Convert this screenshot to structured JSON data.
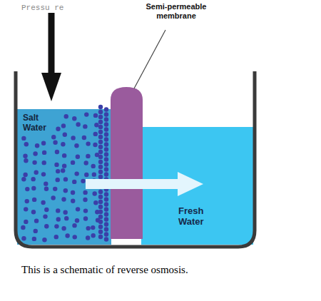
{
  "diagram": {
    "caption": "This is a schematic of reverse osmosis.",
    "nodes": [
      {
        "text": [
          "Salt Water"
        ]
      },
      {
        "text": [
          "Fresh Water"
        ]
      }
    ],
    "edges": [
      {
        "from": 0,
        "to": 1,
        "arrow": "to"
      }
    ],
    "labels": [
      "Pressu re",
      "Semi-permeable membrane"
    ]
  }
}
